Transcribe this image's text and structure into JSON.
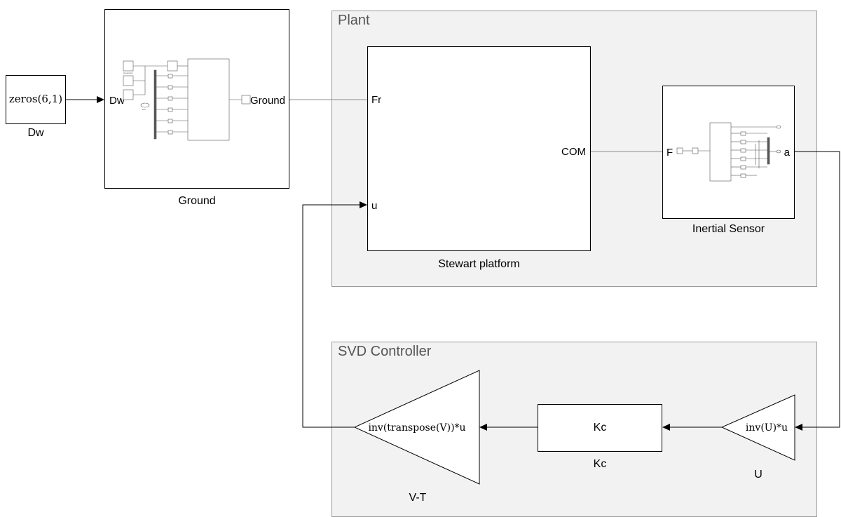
{
  "areas": {
    "plant": "Plant",
    "svd": "SVD Controller"
  },
  "blocks": {
    "dw": {
      "expression": "zeros(6,1)",
      "name": "Dw"
    },
    "ground": {
      "name": "Ground",
      "in_port": "Dw",
      "out_port": "Ground"
    },
    "stewart": {
      "name": "Stewart platform",
      "port_fr": "Fr",
      "port_u": "u",
      "port_com": "COM"
    },
    "inertial": {
      "name": "Inertial Sensor",
      "port_f": "F",
      "port_a": "a"
    },
    "kc": {
      "content": "Kc",
      "name": "Kc"
    },
    "u_gain": {
      "expression": "inv(U)*u",
      "name": "U"
    },
    "vt_gain": {
      "expression": "inv(transpose(V))*u",
      "name": "V-T"
    }
  },
  "mini_labels": {
    "ground_a": "Generator",
    "ground_b": "Env"
  },
  "colors": {
    "area_fill": "#f2f2f2",
    "area_border": "#9a9a9a",
    "signal_line": "#000000",
    "connection_line": "#8c8c8c"
  }
}
